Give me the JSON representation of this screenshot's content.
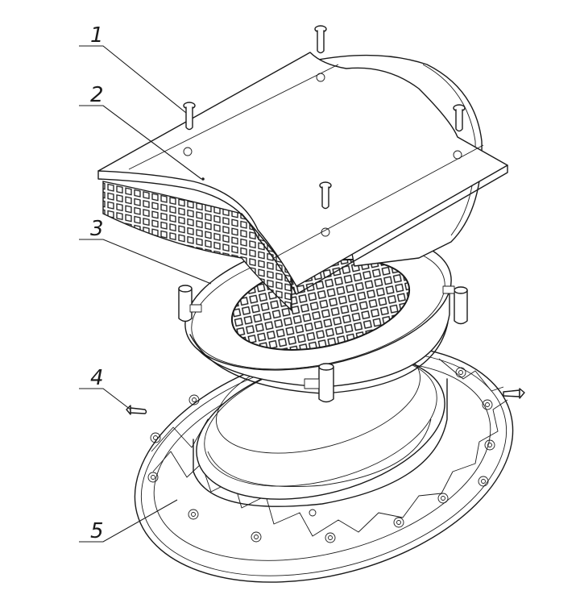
{
  "callouts": [
    {
      "id": "1",
      "label": "1"
    },
    {
      "id": "2",
      "label": "2"
    },
    {
      "id": "3",
      "label": "3"
    },
    {
      "id": "4",
      "label": "4"
    },
    {
      "id": "5",
      "label": "5"
    }
  ],
  "parts": [
    {
      "number": "1",
      "icon": "screw-icon"
    },
    {
      "number": "2",
      "icon": "vent-cap-icon"
    },
    {
      "number": "3",
      "icon": "grille-ring-icon"
    },
    {
      "number": "4",
      "icon": "screw-icon"
    },
    {
      "number": "5",
      "icon": "base-flange-icon"
    }
  ],
  "colors": {
    "ink": "#1a1a1a",
    "paper": "#ffffff"
  }
}
